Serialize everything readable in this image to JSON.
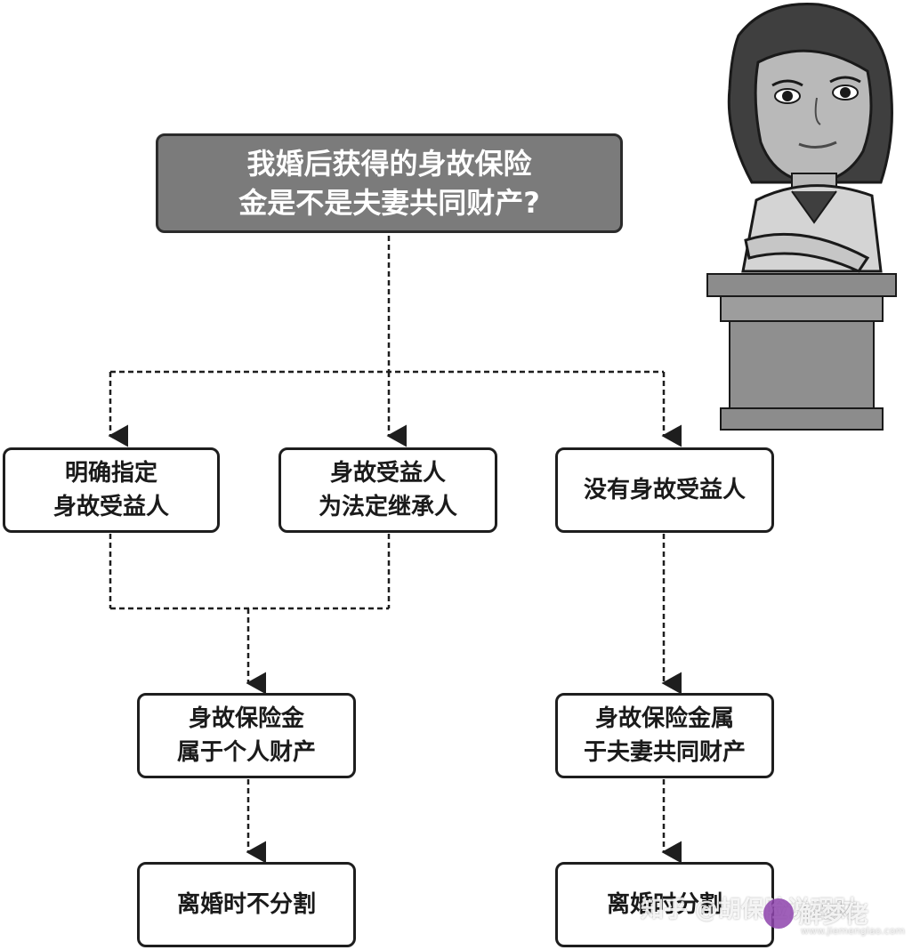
{
  "title": "我婚后获得的身故保险\n金是不是夫妻共同财产?",
  "options": [
    {
      "label": "明确指定\n身故受益人"
    },
    {
      "label": "身故受益人\n为法定继承人"
    },
    {
      "label": "没有身故受益人"
    }
  ],
  "results": [
    {
      "label": "身故保险金\n属于个人财产"
    },
    {
      "label": "身故保险金属\n于夫妻共同财产"
    }
  ],
  "outcomes": [
    {
      "label": "离婚时不分割"
    },
    {
      "label": "离婚时分割"
    }
  ],
  "watermark": {
    "zhihu": "知乎 @胡保险说理财",
    "site": "解梦佬",
    "url": "www.jiemenglao.com"
  }
}
